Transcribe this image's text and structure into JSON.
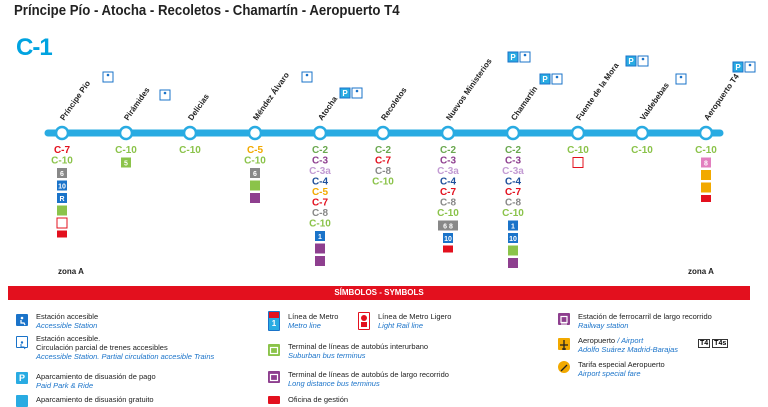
{
  "title": "Príncipe Pío - Atocha - Recoletos - Chamartín - Aeropuerto T4",
  "line_logo": "C-1",
  "colors": {
    "line": "#29abe2",
    "red": "#e3101e",
    "c2": "#6aa84f",
    "c3": "#8e3f8f",
    "c4": "#1e4f9b",
    "c5": "#f2a900",
    "c7": "#e3101e",
    "c8": "#888888",
    "c10": "#8bc34a",
    "c3a": "#c39bd3"
  },
  "stations": [
    {
      "name": "Príncipe Pío",
      "lines": [
        {
          "t": "C-7",
          "c": "c7"
        },
        {
          "t": "C-10",
          "c": "c10"
        }
      ],
      "icons": [
        "metro-6",
        "metro-10",
        "metro-R",
        "suburban-bus",
        "metro-ligero",
        "ticket-office"
      ]
    },
    {
      "name": "Pirámides",
      "lines": [
        {
          "t": "C-10",
          "c": "c10"
        }
      ],
      "icons": [
        "metro-5"
      ]
    },
    {
      "name": "Delicias",
      "lines": [
        {
          "t": "C-10",
          "c": "c10"
        }
      ],
      "icons": []
    },
    {
      "name": "Méndez Álvaro",
      "lines": [
        {
          "t": "C-5",
          "c": "c5"
        },
        {
          "t": "C-10",
          "c": "c10"
        }
      ],
      "icons": [
        "metro-6",
        "suburban-bus",
        "long-bus"
      ]
    },
    {
      "name": "Atocha",
      "lines": [
        {
          "t": "C-2",
          "c": "c2"
        },
        {
          "t": "C-3",
          "c": "c3"
        },
        {
          "t": "C-3a",
          "c": "c3a"
        },
        {
          "t": "C-4",
          "c": "c4"
        },
        {
          "t": "C-5",
          "c": "c5"
        },
        {
          "t": "C-7",
          "c": "c7"
        },
        {
          "t": "C-8",
          "c": "c8"
        },
        {
          "t": "C-10",
          "c": "c10"
        }
      ],
      "icons": [
        "metro-1",
        "train-railway",
        "long-bus"
      ]
    },
    {
      "name": "Recoletos",
      "lines": [
        {
          "t": "C-2",
          "c": "c2"
        },
        {
          "t": "C-7",
          "c": "c7"
        },
        {
          "t": "C-8",
          "c": "c8"
        },
        {
          "t": "C-10",
          "c": "c10"
        }
      ],
      "icons": []
    },
    {
      "name": "Nuevos Ministerios",
      "lines": [
        {
          "t": "C-2",
          "c": "c2"
        },
        {
          "t": "C-3",
          "c": "c3"
        },
        {
          "t": "C-3a",
          "c": "c3a"
        },
        {
          "t": "C-4",
          "c": "c4"
        },
        {
          "t": "C-7",
          "c": "c7"
        },
        {
          "t": "C-8",
          "c": "c8"
        },
        {
          "t": "C-10",
          "c": "c10"
        }
      ],
      "icons": [
        "metro-6-8",
        "metro-10",
        "ticket-office"
      ]
    },
    {
      "name": "Chamartín",
      "lines": [
        {
          "t": "C-2",
          "c": "c2"
        },
        {
          "t": "C-3",
          "c": "c3"
        },
        {
          "t": "C-3a",
          "c": "c3a"
        },
        {
          "t": "C-4",
          "c": "c4"
        },
        {
          "t": "C-7",
          "c": "c7"
        },
        {
          "t": "C-8",
          "c": "c8"
        },
        {
          "t": "C-10",
          "c": "c10"
        }
      ],
      "icons": [
        "metro-1",
        "metro-10",
        "suburban-bus",
        "railway"
      ]
    },
    {
      "name": "Fuente de la Mora",
      "lines": [
        {
          "t": "C-10",
          "c": "c10"
        }
      ],
      "icons": [
        "metro-ligero"
      ]
    },
    {
      "name": "Valdebebas",
      "lines": [
        {
          "t": "C-10",
          "c": "c10"
        }
      ],
      "icons": []
    },
    {
      "name": "Aeropuerto T4",
      "lines": [
        {
          "t": "C-10",
          "c": "c10"
        }
      ],
      "icons": [
        "metro-8",
        "airport",
        "airport-fare",
        "ticket-office"
      ]
    }
  ],
  "zone_left": "zona A",
  "zone_right": "zona A",
  "symbols_title": "SÍMBOLOS - SYMBOLS",
  "legend": {
    "accessible": {
      "es": "Estación accesible",
      "en": "Accessible Station"
    },
    "partial": {
      "es": "Estación accesible.",
      "es2": "Circulación parcial de trenes accesibles",
      "en": "Accessible Station. Partial circulation accesible Trains"
    },
    "park": {
      "es": "Aparcamiento de disuasión de pago",
      "en": "Paid Park & Ride"
    },
    "park_free": {
      "es": "Aparcamiento de disuasión gratuito"
    },
    "metro": {
      "es": "Línea de Metro",
      "en": "Metro line",
      "num": "1"
    },
    "metro_ligero": {
      "es": "Línea de Metro Ligero",
      "en": "Light Rail line"
    },
    "suburban": {
      "es": "Terminal de líneas de autobús interurbano",
      "en": "Suburban bus terminus"
    },
    "longbus": {
      "es": "Terminal de líneas de autobús de largo recorrido",
      "en": "Long distance bus terminus"
    },
    "office": {
      "es": "Oficina de gestión"
    },
    "railway": {
      "es": "Estación de ferrocarril de largo recorrido",
      "en": "Railway station"
    },
    "airport": {
      "es": "Aeropuerto",
      "es_sep": " / ",
      "en": "Airport",
      "name": "Adolfo Suárez Madrid-Barajas",
      "t4": "T4",
      "t4s": "T4s"
    },
    "fare": {
      "es": "Tarifa especial Aeropuerto",
      "en": "Airport special fare"
    }
  }
}
